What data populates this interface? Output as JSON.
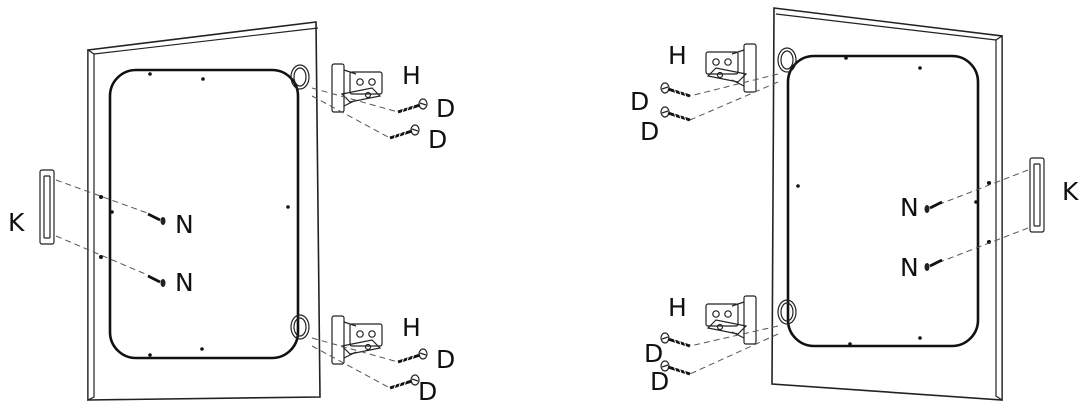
{
  "labels": {
    "hinge": "H",
    "screw_d": "D",
    "handle": "K",
    "screw_n": "N"
  }
}
